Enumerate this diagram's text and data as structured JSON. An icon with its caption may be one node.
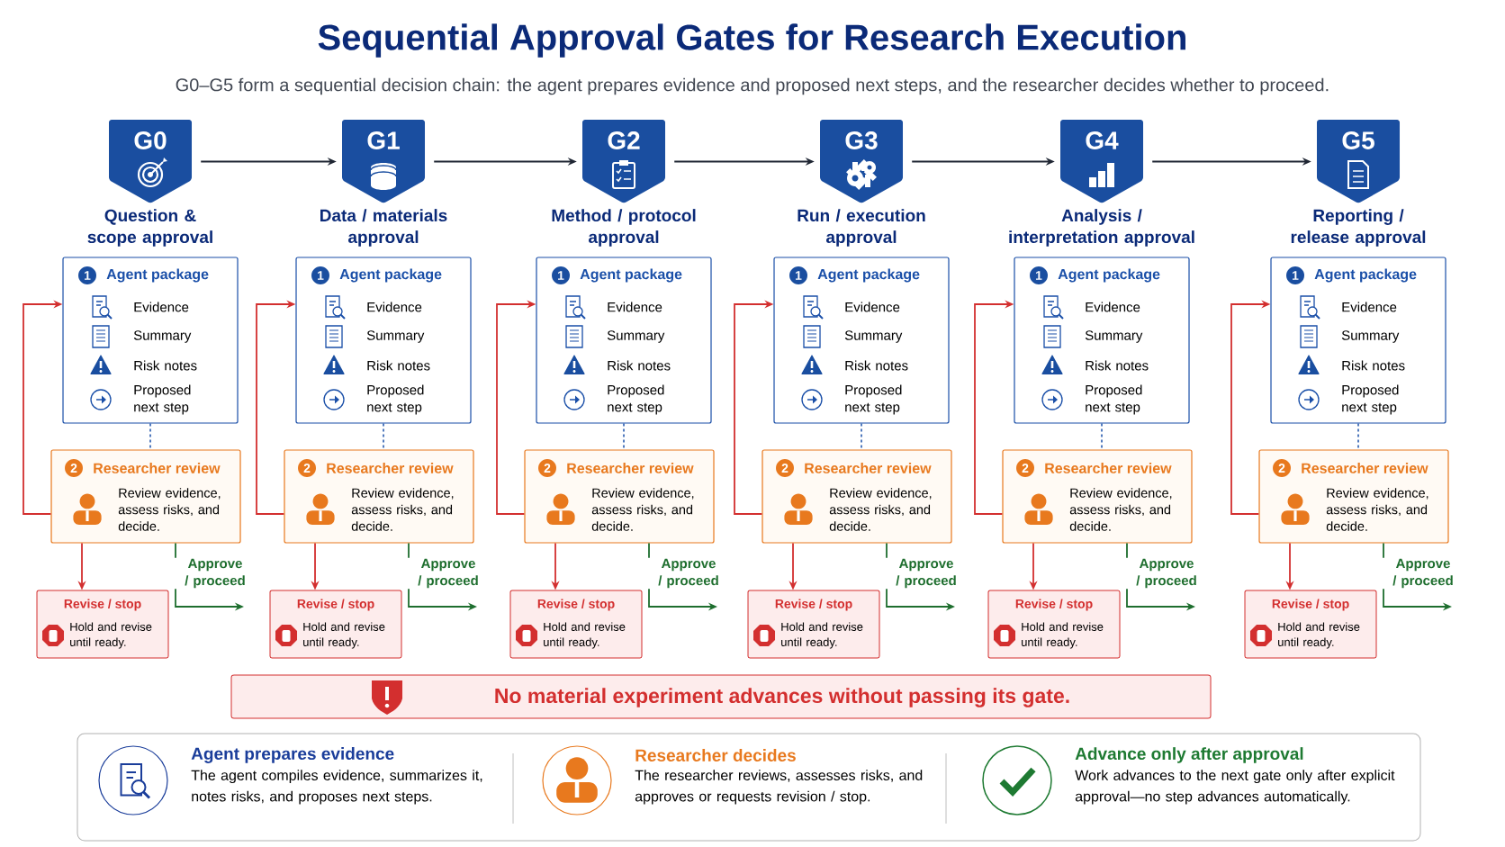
{
  "diagram": {
    "title": "Sequential Approval Gates for Research Execution",
    "labels": [
      "G0–G5 form a sequential decision chain: the agent prepares evidence and proposed next steps, and the researcher decides whether to proceed."
    ],
    "nodes": [
      {
        "text": [
          "G0",
          "Question & scope approval"
        ]
      },
      {
        "text": [
          "1",
          "Agent package",
          "Evidence",
          "Summary",
          "Risk notes",
          "Proposed next step"
        ]
      },
      {
        "text": [
          "2",
          "Researcher review",
          "Review evidence, assess risks, and decide."
        ]
      },
      {
        "text": [
          "Revise / stop",
          "Hold and revise until ready."
        ]
      },
      {
        "text": [
          "G1",
          "Data / materials approval"
        ]
      },
      {
        "text": [
          "1",
          "Agent package",
          "Evidence",
          "Summary",
          "Risk notes",
          "Proposed next step"
        ]
      },
      {
        "text": [
          "2",
          "Researcher review",
          "Review evidence, assess risks, and decide."
        ]
      },
      {
        "text": [
          "Revise / stop",
          "Hold and revise until ready."
        ]
      },
      {
        "text": [
          "G2",
          "Method / protocol approval"
        ]
      },
      {
        "text": [
          "1",
          "Agent package",
          "Evidence",
          "Summary",
          "Risk notes",
          "Proposed next step"
        ]
      },
      {
        "text": [
          "2",
          "Researcher review",
          "Review evidence, assess risks, and decide."
        ]
      },
      {
        "text": [
          "Revise / stop",
          "Hold and revise until ready."
        ]
      },
      {
        "text": [
          "G3",
          "Run / execution approval"
        ]
      },
      {
        "text": [
          "1",
          "Agent package",
          "Evidence",
          "Summary",
          "Risk notes",
          "Proposed next step"
        ]
      },
      {
        "text": [
          "2",
          "Researcher review",
          "Review evidence, assess risks, and decide."
        ]
      },
      {
        "text": [
          "Revise / stop",
          "Hold and revise until ready."
        ]
      },
      {
        "text": [
          "G4",
          "Analysis / interpretation approval"
        ]
      },
      {
        "text": [
          "1",
          "Agent package",
          "Evidence",
          "Summary",
          "Risk notes",
          "Proposed next step"
        ]
      },
      {
        "text": [
          "2",
          "Researcher review",
          "Review evidence, assess risks, and decide."
        ]
      },
      {
        "text": [
          "Revise / stop",
          "Hold and revise until ready."
        ]
      },
      {
        "text": [
          "G5",
          "Reporting / release approval"
        ]
      },
      {
        "text": [
          "1",
          "Agent package",
          "Evidence",
          "Summary",
          "Risk notes",
          "Proposed next step"
        ]
      },
      {
        "text": [
          "2",
          "Researcher review",
          "Review evidence, assess risks, and decide."
        ]
      },
      {
        "text": [
          "Revise / stop",
          "Hold and revise until ready."
        ]
      },
      {
        "text": [
          "No material experiment advances without passing its gate."
        ]
      },
      {
        "text": [],
        "shape": "box"
      },
      {
        "text": [
          "Agent prepares evidence",
          "The agent compiles evidence, summarizes it, notes risks, and proposes next steps."
        ],
        "in": 25
      },
      {
        "text": [
          "Researcher decides",
          "The researcher reviews, assesses risks, and approves or requests revision / stop."
        ],
        "in": 25
      },
      {
        "text": [
          "Advance only after approval",
          "Work advances to the next gate only after explicit approval—no step advances automatically."
        ],
        "in": 25
      }
    ],
    "edges": [
      {
        "from": 0,
        "to": 4,
        "arrow": "to",
        "color": "#1f2633"
      },
      {
        "from": 4,
        "to": 8,
        "arrow": "to",
        "color": "#1f2633"
      },
      {
        "from": 8,
        "to": 12,
        "arrow": "to",
        "color": "#1f2633"
      },
      {
        "from": 12,
        "to": 16,
        "arrow": "to",
        "color": "#1f2633"
      },
      {
        "from": 16,
        "to": 20,
        "arrow": "to",
        "color": "#1f2633"
      },
      {
        "from": 1,
        "to": 2,
        "arrow": "none",
        "style": "dashed",
        "color": "#1a4fa8"
      },
      {
        "from": 2,
        "to": 3,
        "arrow": "to",
        "color": "#d32f2f"
      },
      {
        "from": 2,
        "to": 1,
        "arrow": "to",
        "color": "#d32f2f"
      },
      {
        "from": 2,
        "to": null,
        "arrow": "to",
        "label": "Approve / proceed",
        "color": "#1e6e2e"
      },
      {
        "from": 5,
        "to": 6,
        "arrow": "none",
        "style": "dashed",
        "color": "#1a4fa8"
      },
      {
        "from": 6,
        "to": 7,
        "arrow": "to",
        "color": "#d32f2f"
      },
      {
        "from": 6,
        "to": 5,
        "arrow": "to",
        "color": "#d32f2f"
      },
      {
        "from": 6,
        "to": null,
        "arrow": "to",
        "label": "Approve / proceed",
        "color": "#1e6e2e"
      },
      {
        "from": 9,
        "to": 10,
        "arrow": "none",
        "style": "dashed",
        "color": "#1a4fa8"
      },
      {
        "from": 10,
        "to": 11,
        "arrow": "to",
        "color": "#d32f2f"
      },
      {
        "from": 10,
        "to": 9,
        "arrow": "to",
        "color": "#d32f2f"
      },
      {
        "from": 10,
        "to": null,
        "arrow": "to",
        "label": "Approve / proceed",
        "color": "#1e6e2e"
      },
      {
        "from": 13,
        "to": 14,
        "arrow": "none",
        "style": "dashed",
        "color": "#1a4fa8"
      },
      {
        "from": 14,
        "to": 15,
        "arrow": "to",
        "color": "#d32f2f"
      },
      {
        "from": 14,
        "to": 13,
        "arrow": "to",
        "color": "#d32f2f"
      },
      {
        "from": 14,
        "to": null,
        "arrow": "to",
        "label": "Approve / proceed",
        "color": "#1e6e2e"
      },
      {
        "from": 17,
        "to": 18,
        "arrow": "none",
        "style": "dashed",
        "color": "#1a4fa8"
      },
      {
        "from": 18,
        "to": 19,
        "arrow": "to",
        "color": "#d32f2f"
      },
      {
        "from": 18,
        "to": 17,
        "arrow": "to",
        "color": "#d32f2f"
      },
      {
        "from": 18,
        "to": null,
        "arrow": "to",
        "label": "Approve / proceed",
        "color": "#1e6e2e"
      },
      {
        "from": 21,
        "to": 22,
        "arrow": "none",
        "style": "dashed",
        "color": "#1a4fa8"
      },
      {
        "from": 22,
        "to": 23,
        "arrow": "to",
        "color": "#d32f2f"
      },
      {
        "from": 22,
        "to": 21,
        "arrow": "to",
        "color": "#d32f2f"
      },
      {
        "from": 22,
        "to": null,
        "arrow": "to",
        "label": "Approve / proceed",
        "color": "#1e6e2e"
      }
    ]
  }
}
